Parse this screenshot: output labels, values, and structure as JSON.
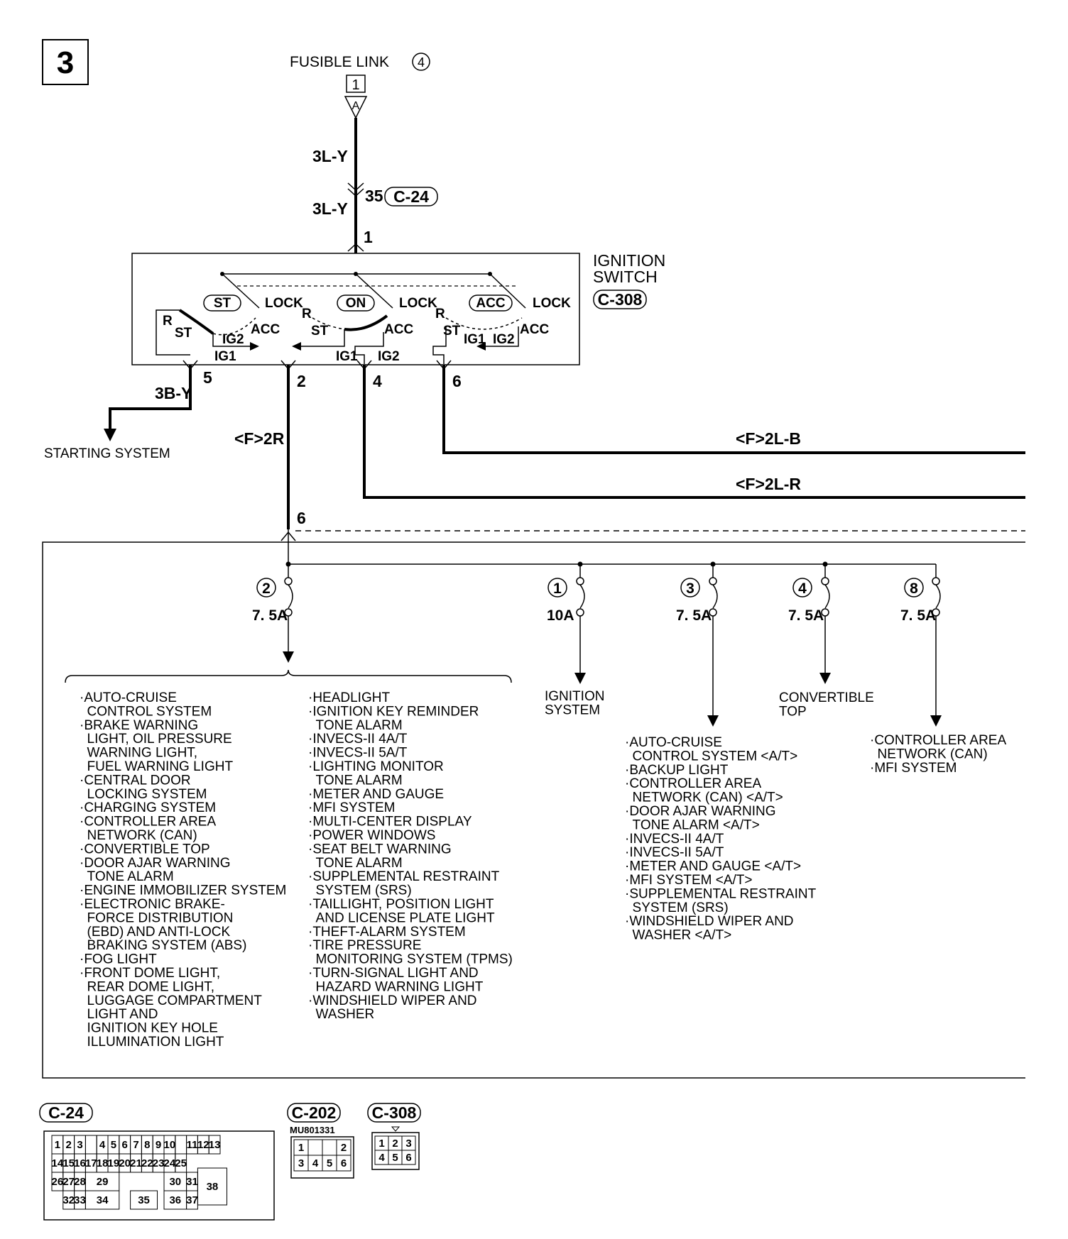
{
  "page_number": "3",
  "fusible_link": {
    "label": "FUSIBLE LINK",
    "number": "4",
    "box": "1",
    "triangle": "A"
  },
  "upper_wire": {
    "wire_top": "3L-Y",
    "wire_bottom": "3L-Y",
    "connector_pin": "35",
    "connector": "C-24",
    "switch_pin": "1"
  },
  "ignition_switch": {
    "title_line1": "IGNITION",
    "title_line2": "SWITCH",
    "connector": "C-308",
    "positions": [
      {
        "oval": "ST",
        "lock": "LOCK",
        "acc": "ACC",
        "r": "R",
        "st": "ST",
        "ig_a": "IG2",
        "ig_b": "IG1"
      },
      {
        "oval": "ON",
        "lock": "LOCK",
        "acc": "ACC",
        "r": "R",
        "st": "ST",
        "ig_a": "IG1",
        "ig_b": "IG2"
      },
      {
        "oval": "ACC",
        "lock": "LOCK",
        "acc": "ACC",
        "r": "R",
        "st": "ST",
        "ig_a": "IG1",
        "ig_b": "IG2"
      }
    ],
    "pins": [
      "5",
      "2",
      "4",
      "6"
    ]
  },
  "outputs": {
    "pin5_wire": "3B-Y",
    "starting_system": "STARTING SYSTEM",
    "pin2_wire": "<F>2R",
    "pin6_wire": "<F>2L-B",
    "pin4_wire": "<F>2L-R",
    "junction_pin": "6"
  },
  "fuses": [
    {
      "number": "2",
      "rating": "7. 5A"
    },
    {
      "number": "1",
      "rating": "10A"
    },
    {
      "number": "3",
      "rating": "7. 5A"
    },
    {
      "number": "4",
      "rating": "7. 5A"
    },
    {
      "number": "8",
      "rating": "7. 5A"
    }
  ],
  "fuse2_list_left": [
    "·AUTO-CRUISE",
    " CONTROL SYSTEM",
    "·BRAKE WARNING",
    " LIGHT, OIL PRESSURE",
    " WARNING LIGHT,",
    " FUEL WARNING LIGHT",
    "·CENTRAL DOOR",
    " LOCKING SYSTEM",
    "·CHARGING SYSTEM",
    "·CONTROLLER AREA",
    " NETWORK (CAN)",
    "·CONVERTIBLE TOP",
    "·DOOR AJAR WARNING",
    " TONE ALARM",
    "·ENGINE IMMOBILIZER SYSTEM",
    "·ELECTRONIC BRAKE-",
    " FORCE DISTRIBUTION",
    " (EBD) AND ANTI-LOCK",
    " BRAKING SYSTEM (ABS)",
    "·FOG LIGHT",
    "·FRONT DOME LIGHT,",
    " REAR DOME LIGHT,",
    " LUGGAGE COMPARTMENT",
    " LIGHT AND",
    " IGNITION KEY HOLE",
    " ILLUMINATION LIGHT"
  ],
  "fuse2_list_right": [
    "·HEADLIGHT",
    "·IGNITION KEY REMINDER",
    " TONE ALARM",
    "·INVECS-II 4A/T",
    "·INVECS-II 5A/T",
    "·LIGHTING MONITOR",
    " TONE ALARM",
    "·METER AND GAUGE",
    "·MFI SYSTEM",
    "·MULTI-CENTER DISPLAY",
    "·POWER WINDOWS",
    "·SEAT BELT WARNING",
    " TONE ALARM",
    "·SUPPLEMENTAL RESTRAINT",
    " SYSTEM (SRS)",
    "·TAILLIGHT, POSITION LIGHT",
    " AND LICENSE PLATE LIGHT",
    "·THEFT-ALARM SYSTEM",
    "·TIRE PRESSURE",
    " MONITORING SYSTEM (TPMS)",
    "·TURN-SIGNAL LIGHT AND",
    " HAZARD WARNING LIGHT",
    "·WINDSHIELD WIPER AND",
    " WASHER"
  ],
  "fuse1_list": [
    "IGNITION",
    "SYSTEM"
  ],
  "fuse3_list": [
    "·AUTO-CRUISE",
    " CONTROL SYSTEM <A/T>",
    "·BACKUP LIGHT",
    "·CONTROLLER AREA",
    " NETWORK (CAN) <A/T>",
    "·DOOR AJAR WARNING",
    " TONE ALARM <A/T>",
    "·INVECS-II 4A/T",
    "·INVECS-II 5A/T",
    "·METER AND GAUGE <A/T>",
    "·MFI SYSTEM <A/T>",
    "·SUPPLEMENTAL RESTRAINT",
    " SYSTEM (SRS)",
    "·WINDSHIELD WIPER AND",
    " WASHER <A/T>"
  ],
  "fuse4_list": [
    "CONVERTIBLE",
    "TOP"
  ],
  "fuse8_list": [
    "·CONTROLLER AREA",
    " NETWORK (CAN)",
    "·MFI SYSTEM"
  ],
  "connectors": {
    "c24": {
      "name": "C-24",
      "row1": [
        "1",
        "2",
        "3",
        "4",
        "5",
        "6",
        "7",
        "8",
        "9",
        "10",
        "11",
        "12",
        "13"
      ],
      "row2": [
        "14",
        "15",
        "16",
        "17",
        "18",
        "19",
        "20",
        "21",
        "22",
        "23",
        "24",
        "25"
      ],
      "row3": [
        "26",
        "27",
        "28",
        "29",
        "30",
        "31",
        "38"
      ],
      "row4": [
        "32",
        "33",
        "34",
        "35",
        "36",
        "37"
      ]
    },
    "c202": {
      "name": "C-202",
      "part": "MU801331",
      "row1": [
        "1",
        "2"
      ],
      "row2": [
        "3",
        "4",
        "5",
        "6"
      ]
    },
    "c308": {
      "name": "C-308",
      "row1": [
        "1",
        "2",
        "3"
      ],
      "row2": [
        "4",
        "5",
        "6"
      ]
    }
  }
}
